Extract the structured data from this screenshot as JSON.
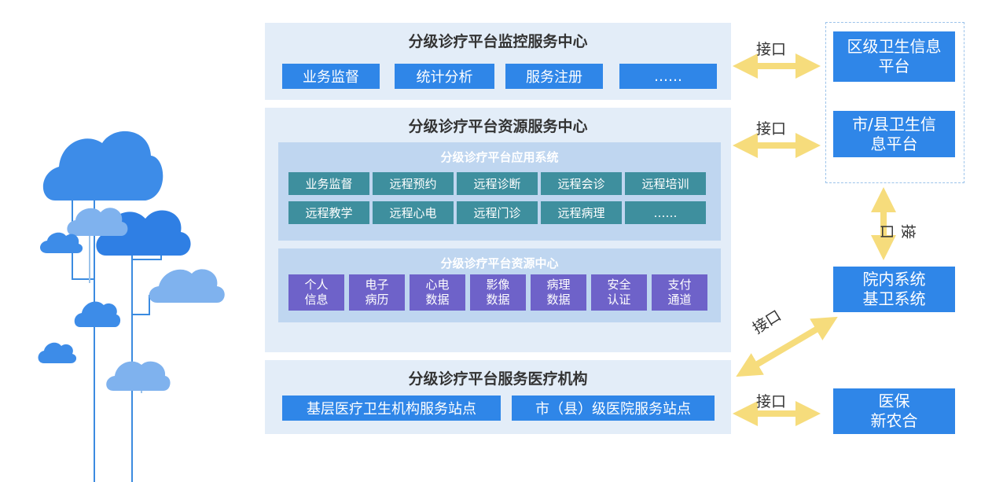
{
  "colors": {
    "panel": "#e3edf8",
    "blue": "#2f86e8",
    "inner": "#bfd6f0",
    "teal": "#3e8f9e",
    "purple": "#6e62c9",
    "arrow": "#f6dc7c"
  },
  "monitor": {
    "title": "分级诊疗平台监控服务中心",
    "buttons": [
      "业务监督",
      "统计分析",
      "服务注册",
      "……"
    ]
  },
  "resource": {
    "title": "分级诊疗平台资源服务中心",
    "apps": {
      "title": "分级诊疗平台应用系统",
      "row1": [
        "业务监督",
        "远程预约",
        "远程诊断",
        "远程会诊",
        "远程培训"
      ],
      "row2": [
        "远程教学",
        "远程心电",
        "远程门诊",
        "远程病理",
        "……"
      ]
    },
    "center": {
      "title": "分级诊疗平台资源中心",
      "items": [
        [
          "个人",
          "信息"
        ],
        [
          "电子",
          "病历"
        ],
        [
          "心电",
          "数据"
        ],
        [
          "影像",
          "数据"
        ],
        [
          "病理",
          "数据"
        ],
        [
          "安全",
          "认证"
        ],
        [
          "支付",
          "通道"
        ]
      ]
    }
  },
  "institutions": {
    "title": "分级诊疗平台服务医疗机构",
    "buttons": [
      "基层医疗卫生机构服务站点",
      "市（县）级医院服务站点"
    ]
  },
  "interface_label": "接口",
  "right": {
    "district": [
      "区级卫生信息",
      "平台"
    ],
    "city": [
      "市/县卫生信",
      "息平台"
    ],
    "hospital": [
      "院内系统",
      "基卫系统"
    ],
    "insurance": [
      "医保",
      "新农合"
    ]
  },
  "icons": [
    "cloud-icon",
    "double-arrow-icon"
  ]
}
